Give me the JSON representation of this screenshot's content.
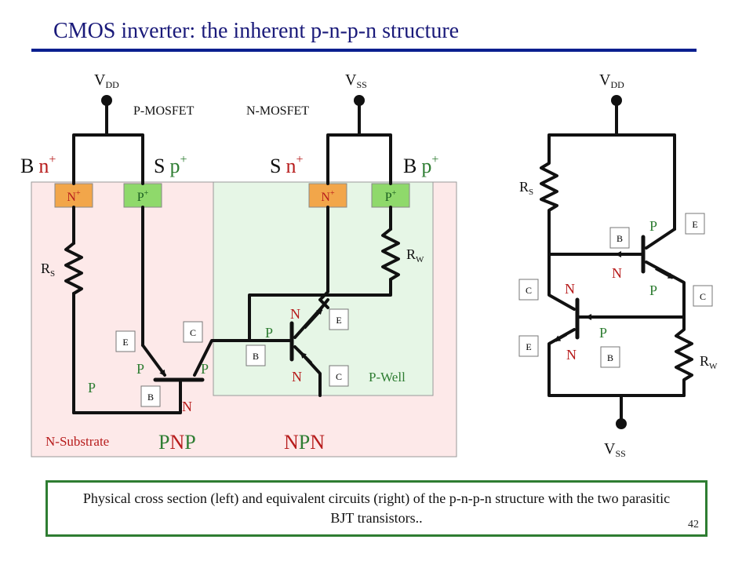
{
  "slide": {
    "title": "CMOS inverter: the inherent p-n-p-n structure",
    "page_number": "42"
  },
  "caption": "Physical cross section (left) and equivalent circuits (right) of the p-n-p-n structure with the two parasitic BJT transistors..",
  "colors": {
    "title": "#1a1a7a",
    "rule": "#0a1f8f",
    "green_text": "#2e7d32",
    "red_text": "#b71c1c",
    "substrate_fill": "#fde9e9",
    "pwell_fill": "#e6f6e6",
    "nplus_fill": "#f2a64a",
    "pplus_fill": "#8fd96b"
  },
  "left": {
    "vdd": {
      "main": "V",
      "sub": "DD"
    },
    "vss": {
      "main": "V",
      "sub": "SS"
    },
    "pmos_label": "P-MOSFET",
    "nmos_label": "N-MOSFET",
    "terminals": [
      {
        "letter": "B",
        "type": "n",
        "sup": "+"
      },
      {
        "letter": "S",
        "type": "p",
        "sup": "+"
      },
      {
        "letter": "S",
        "type": "n",
        "sup": "+"
      },
      {
        "letter": "B",
        "type": "p",
        "sup": "+"
      }
    ],
    "diffusions": [
      {
        "main": "N",
        "sup": "+"
      },
      {
        "main": "P",
        "sup": "+"
      },
      {
        "main": "N",
        "sup": "+"
      },
      {
        "main": "P",
        "sup": "+"
      }
    ],
    "rs": {
      "main": "R",
      "sub": "S"
    },
    "rw": {
      "main": "R",
      "sub": "W"
    },
    "pnp": {
      "emitter_box": "E",
      "collector_box": "C",
      "base_box": "B",
      "p_left": "P",
      "p_right": "P",
      "n_base": "N",
      "p_region": "P"
    },
    "npn": {
      "emitter_box": "E",
      "collector_box": "C",
      "base_box": "B",
      "n_top": "N",
      "p_base": "P",
      "n_bottom": "N"
    },
    "substrate_label": "N-Substrate",
    "pwell_label": "P-Well",
    "pnp_label": {
      "first": "P",
      "middle": "N",
      "last": "P"
    },
    "npn_label": {
      "first": "N",
      "middle": "P",
      "last": "N"
    }
  },
  "right": {
    "vdd": {
      "main": "V",
      "sub": "DD"
    },
    "vss": {
      "main": "V",
      "sub": "SS"
    },
    "rs": {
      "main": "R",
      "sub": "S"
    },
    "rw": {
      "main": "R",
      "sub": "W"
    },
    "pnp": {
      "base_box": "B",
      "emitter_box": "E",
      "collector_box": "C",
      "p_top": "P",
      "n_base": "N",
      "p_bottom": "P"
    },
    "npn": {
      "collector_box": "C",
      "emitter_box": "E",
      "base_box": "B",
      "n_top": "N",
      "p_base": "P",
      "n_bottom": "N"
    }
  }
}
